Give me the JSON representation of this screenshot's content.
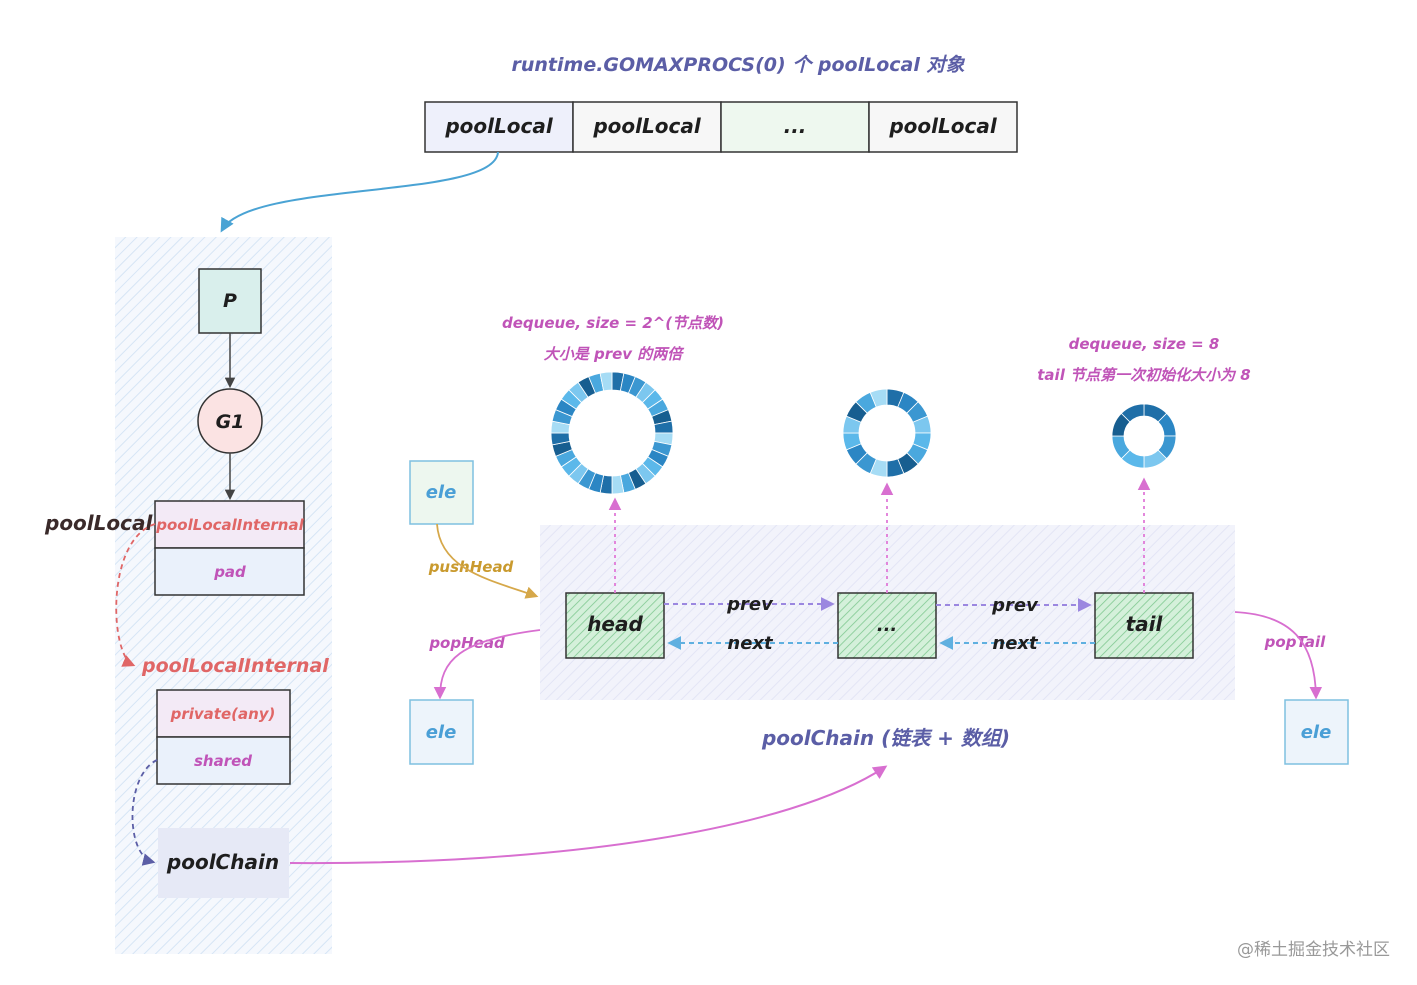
{
  "top_title": "runtime.GOMAXPROCS(0) 个 poolLocal 对象",
  "pool_local_array": [
    "poolLocal",
    "poolLocal",
    "...",
    "poolLocal"
  ],
  "left_panel": {
    "p_label": "P",
    "g_label": "G1",
    "pool_local_side_label": "poolLocal",
    "pool_local_fields": [
      "poolLocalInternal",
      "pad"
    ],
    "pool_local_internal_title": "poolLocalInternal",
    "internal_fields": [
      "private(any)",
      "shared"
    ],
    "pool_chain_label": "poolChain"
  },
  "chain": {
    "nodes": [
      "head",
      "...",
      "tail"
    ],
    "prev_label": "prev",
    "next_label": "next",
    "caption": "poolChain (链表 + 数组)",
    "head_note_line1": "dequeue, size = 2^(节点数)",
    "head_note_line2": "大小是 prev 的两倍",
    "tail_note_line1": "dequeue, size = 8",
    "tail_note_line2": "tail 节点第一次初始化大小为 8"
  },
  "ops": {
    "push_head": "pushHead",
    "pop_head": "popHead",
    "pop_tail": "popTail",
    "ele": "ele"
  },
  "watermark": "@稀土掘金技术社区",
  "colors": {
    "title": "#5b5ea6",
    "pink": "#c054b8",
    "red": "#e06666",
    "gold": "#c99a2e",
    "blue_arrow": "#4aa3d4",
    "green_fill": "#b7e4c0",
    "ring_dark": "#1f6fa8",
    "ring_light": "#7cc7ef"
  }
}
